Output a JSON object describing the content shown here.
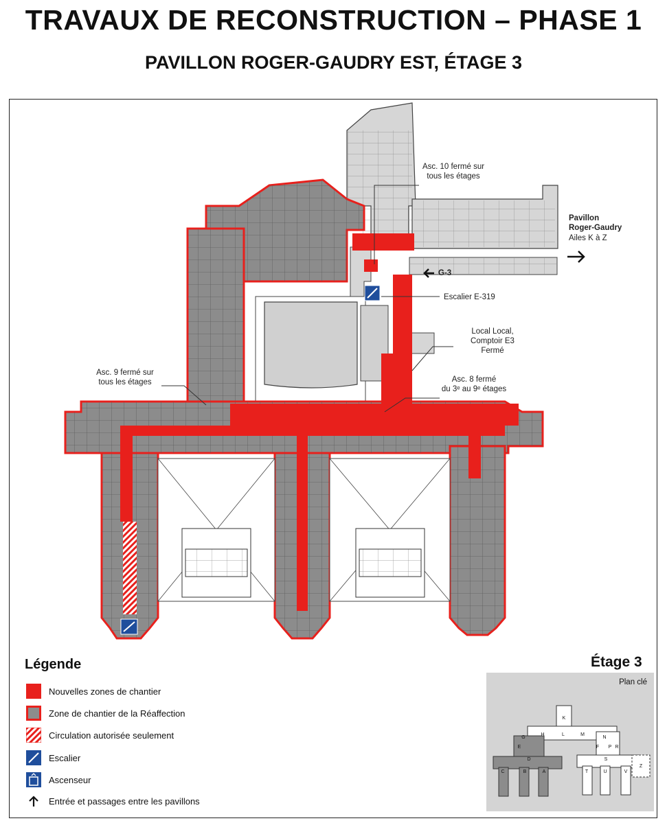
{
  "header": {
    "title": "TRAVAUX DE RECONSTRUCTION – PHASE 1",
    "subtitle": "PAVILLON ROGER-GAUDRY EST, ÉTAGE 3"
  },
  "colors": {
    "new_zone": "#e8201c",
    "reaffectation_zone": "#8c8c8c",
    "reaffectation_outline": "#e8201c",
    "light_area": "#d6d6d6",
    "stair_icon": "#1f4e9c"
  },
  "labels": {
    "asc10": [
      "Asc. 10 fermé sur",
      "tous les étages"
    ],
    "pavillon_name_1": "Pavillon",
    "pavillon_name_2": "Roger-Gaudry",
    "pavillon_sub": "Ailes K à Z",
    "g3": "G-3",
    "escalier": "Escalier E-319",
    "local": [
      "Local Local,",
      "Comptoir E3",
      "Fermé"
    ],
    "asc8_line1": "Asc. 8 fermé",
    "asc8_line2": "du 3ᵉ au 9ᵉ étages",
    "asc9": [
      "Asc. 9 fermé sur",
      "tous les étages"
    ]
  },
  "legend": {
    "title": "Légende",
    "items": [
      {
        "label": "Nouvelles zones de chantier",
        "icon": "red-swatch"
      },
      {
        "label": "Zone de chantier de la Réaffection",
        "icon": "grey-red-outline-swatch"
      },
      {
        "label": "Circulation autorisée seulement",
        "icon": "hatched-swatch"
      },
      {
        "label": "Escalier",
        "icon": "stair-icon"
      },
      {
        "label": "Ascenseur",
        "icon": "elevator-icon"
      },
      {
        "label": "Entrée et passages entre les pavillons",
        "icon": "arrow-up-icon"
      }
    ]
  },
  "keyplan": {
    "floor": "Étage 3",
    "title": "Plan clé",
    "wings": [
      "K",
      "G",
      "H",
      "L",
      "M",
      "N",
      "E",
      "F",
      "P",
      "R",
      "D",
      "S",
      "C",
      "B",
      "A",
      "T",
      "U",
      "V",
      "Z"
    ]
  }
}
